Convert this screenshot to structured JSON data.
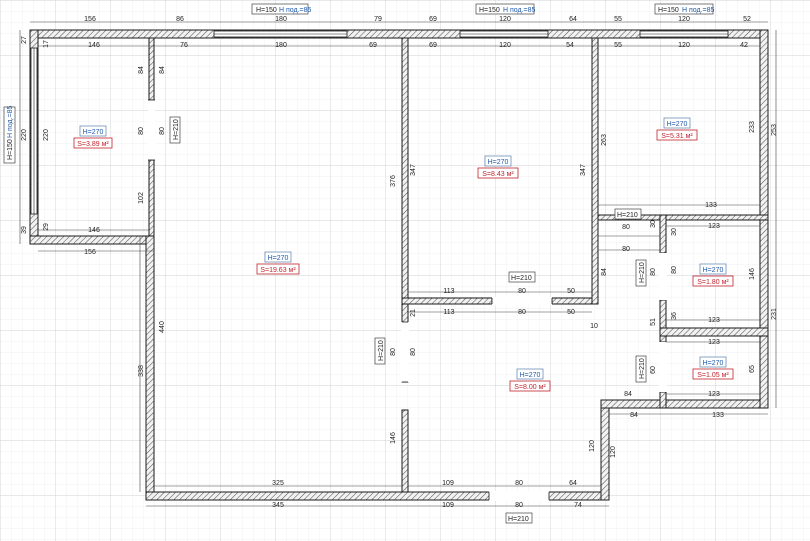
{
  "colors": {
    "wall_outline": "#1a1a1a",
    "height_label": "#1f5aa8",
    "area_label": "#c0242c",
    "grid_minor": "#e4e6ea",
    "grid_major": "#cfd2d8"
  },
  "rooms": [
    {
      "height": "H=270",
      "area": "S=3.89 м²"
    },
    {
      "height": "H=270",
      "area": "S=19.63 м²"
    },
    {
      "height": "H=270",
      "area": "S=8.43 м²"
    },
    {
      "height": "H=270",
      "area": "S=5.31 м²"
    },
    {
      "height": "H=270",
      "area": "S=1.80 м²"
    },
    {
      "height": "H=270",
      "area": "S=1.05 м²"
    },
    {
      "height": "H=270",
      "area": "S=8.00 м²"
    }
  ],
  "windows": [
    {
      "height": "H=150",
      "sill": "H под.=85"
    },
    {
      "height": "H=150",
      "sill": "H под.=85"
    },
    {
      "height": "H=150",
      "sill": "H под.=85"
    },
    {
      "height": "H=150",
      "sill": "H под.=85"
    }
  ],
  "doors": [
    "H=210",
    "H=210",
    "H=210",
    "H=210",
    "H=210",
    "H=210",
    "H=210"
  ],
  "dimensions": {
    "top_outer": [
      "156",
      "86",
      "180",
      "79",
      "69",
      "120",
      "64",
      "55",
      "120",
      "52"
    ],
    "top_inner": [
      "146",
      "76",
      "180",
      "69",
      "69",
      "120",
      "54",
      "55",
      "120",
      "42"
    ],
    "left_outer": [
      "27",
      "220",
      "39"
    ],
    "left_inner": [
      "17",
      "220",
      "29"
    ],
    "balcony": [
      "146",
      "156",
      "84",
      "80",
      "102",
      "84",
      "80"
    ],
    "living_sides": [
      "376",
      "440",
      "338",
      "80",
      "146"
    ],
    "room3": [
      "347",
      "347",
      "113",
      "80",
      "50",
      "84"
    ],
    "room4": [
      "263",
      "233",
      "253",
      "133",
      "80",
      "30",
      "80",
      "30"
    ],
    "hall_right": [
      "80",
      "51",
      "36",
      "60",
      "65",
      "231"
    ],
    "wc_bath": [
      "123",
      "146",
      "123",
      "123",
      "123",
      "84",
      "133"
    ],
    "hall_mid": [
      "21",
      "113",
      "80",
      "50",
      "10",
      "80",
      "80"
    ],
    "bottom_inner": [
      "325",
      "109",
      "80",
      "64"
    ],
    "bottom_outer": [
      "345",
      "109",
      "80",
      "74"
    ],
    "right_step": [
      "120",
      "120",
      "84"
    ]
  }
}
